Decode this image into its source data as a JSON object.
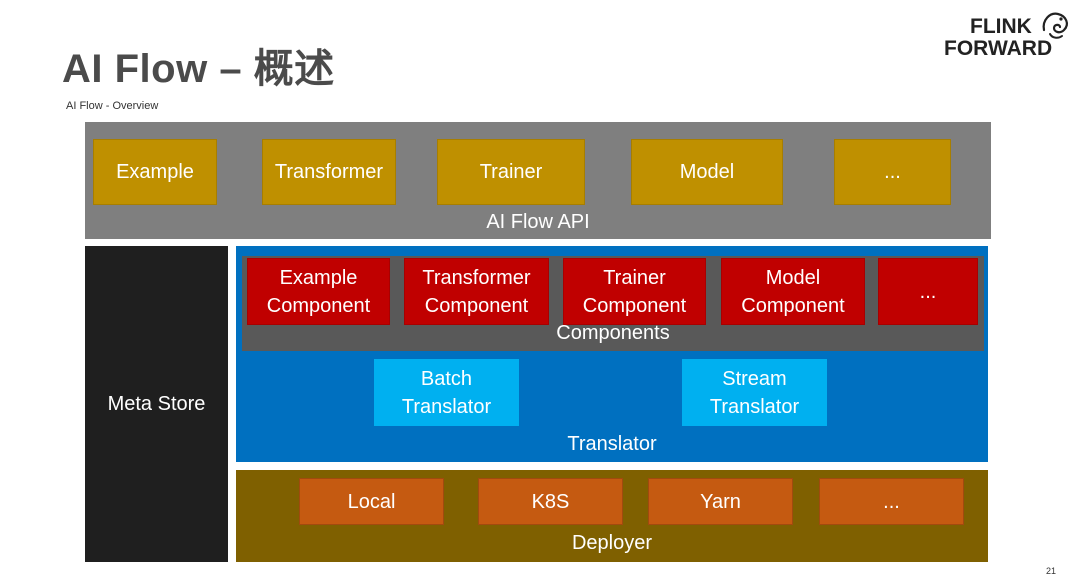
{
  "slide": {
    "title": "AI Flow – 概述",
    "subtitle": "AI Flow - Overview",
    "page_number": "21",
    "logo": {
      "line1": "FLINK",
      "line2": "FORWARD",
      "icon": "squirrel-icon"
    }
  },
  "api_layer": {
    "label": "AI Flow API",
    "items": [
      "Example",
      "Transformer",
      "Trainer",
      "Model",
      "..."
    ]
  },
  "meta_store": {
    "label": "Meta Store"
  },
  "components_layer": {
    "label": "Components",
    "items": [
      "Example\nComponent",
      "Transformer\nComponent",
      "Trainer\nComponent",
      "Model\nComponent",
      "..."
    ]
  },
  "translator_layer": {
    "label": "Translator",
    "items": [
      "Batch\nTranslator",
      "Stream\nTranslator"
    ]
  },
  "deployer_layer": {
    "label": "Deployer",
    "items": [
      "Local",
      "K8S",
      "Yarn",
      "..."
    ]
  },
  "colors": {
    "api_bg": "#7f7f7f",
    "api_item": "#bf9000",
    "meta_store": "#1f1f1f",
    "translator_bg": "#0070c0",
    "components_bg": "#595959",
    "component_item": "#c00000",
    "translator_item": "#00b0f0",
    "deployer_bg": "#7f6000",
    "deployer_item": "#c55a11"
  }
}
